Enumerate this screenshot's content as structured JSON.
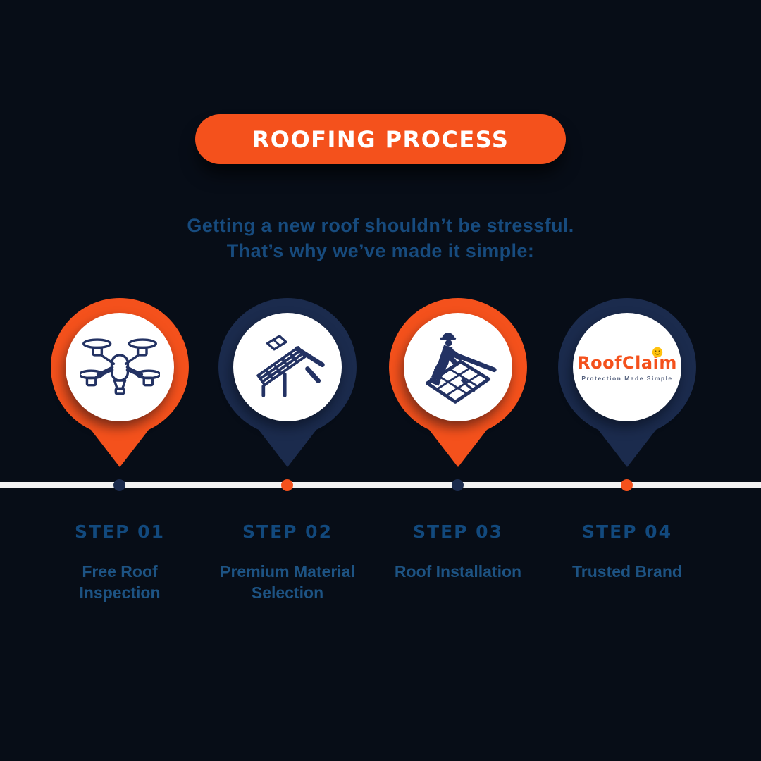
{
  "header": {
    "title": "ROOFING PROCESS"
  },
  "intro": {
    "text": "Getting a new roof shouldn’t be stressful.\nThat’s why we’ve made it simple:"
  },
  "steps": [
    {
      "label": "STEP 01",
      "description": "Free Roof\nInspection",
      "icon": "drone-icon",
      "pin_color": "#F4511C",
      "dot_color": "#1B2B4D"
    },
    {
      "label": "STEP 02",
      "description": "Premium Material\nSelection",
      "icon": "roof-tiles-icon",
      "pin_color": "#1B2B4D",
      "dot_color": "#F4511C"
    },
    {
      "label": "STEP 03",
      "description": "Roof Installation",
      "icon": "roof-installer-icon",
      "pin_color": "#F4511C",
      "dot_color": "#1B2B4D"
    },
    {
      "label": "STEP 04",
      "description": "Trusted Brand",
      "icon": "roofclaim-logo",
      "pin_color": "#1B2B4D",
      "dot_color": "#F4511C"
    }
  ],
  "logo": {
    "name": "RoofClaim",
    "tagline": "Protection Made Simple"
  },
  "colors": {
    "background": "#070D17",
    "orange": "#F4511C",
    "navy": "#1B2B4D",
    "white": "#FFFFFF",
    "timeline_white": "#F2F2F2",
    "intro_blue": "#174B7E",
    "step_label_blue": "#12497D",
    "step_desc_blue": "#1D5383",
    "icon_navy": "#233263",
    "smiley_yellow": "#FFC20E",
    "tagline_blue": "#56627E"
  }
}
